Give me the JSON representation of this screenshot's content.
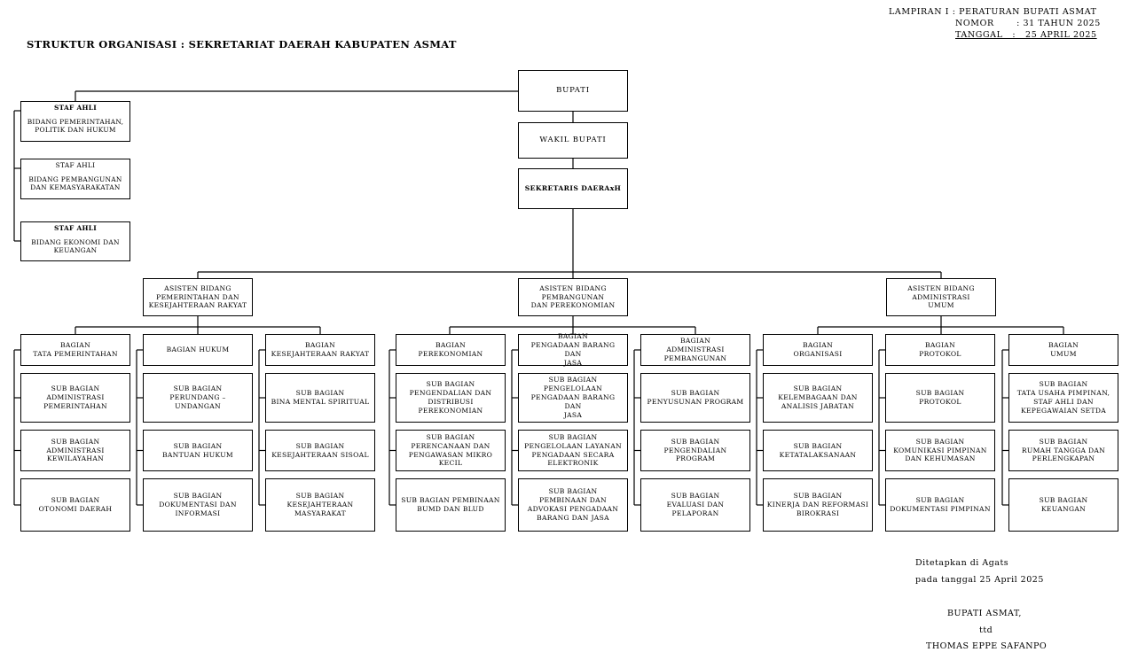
{
  "header": {
    "lampiran": "LAMPIRAN I : PERATURAN BUPATI ASMAT",
    "nomor": "NOMOR       : 31 TAHUN 2025",
    "tanggal": "TANGGAL   :   25 APRIL 2025"
  },
  "title": "STRUKTUR ORGANISASI : SEKRETARIAT DAERAH KABUPATEN ASMAT",
  "top": {
    "bupati": "BUPATI",
    "wakil": "WAKIL BUPATI",
    "sekda": "SEKRETARIS DAERAxH"
  },
  "staf_ahli": [
    {
      "heading": "STAF AHLI",
      "text": "BIDANG PEMERINTAHAN,\nPOLITIK DAN HUKUM"
    },
    {
      "heading": "STAF AHLI",
      "text": "BIDANG PEMBANGUNAN\nDAN KEMASYARAKATAN"
    },
    {
      "heading": "STAF AHLI",
      "text": "BIDANG EKONOMI DAN\nKEUANGAN"
    }
  ],
  "asisten": [
    {
      "label": "ASISTEN BIDANG\nPEMERINTAHAN DAN\nKESEJAHTERAAN RAKYAT"
    },
    {
      "label": "ASISTEN BIDANG\nPEMBANGUNAN\nDAN PEREKONOMIAN"
    },
    {
      "label": "ASISTEN BIDANG\nADMINISTRASI\nUMUM"
    }
  ],
  "bagian": [
    {
      "name": "BAGIAN\nTATA PEMERINTAHAN",
      "sub": [
        "SUB BAGIAN\nADMINISTRASI\nPEMERINTAHAN",
        "SUB BAGIAN\nADMINISTRASI\nKEWILAYAHAN",
        "SUB BAGIAN\nOTONOMI DAERAH"
      ]
    },
    {
      "name": "BAGIAN HUKUM",
      "sub": [
        "SUB  BAGIAN\nPERUNDANG   –  UNDANGAN",
        "SUB BAGIAN\nBANTUAN HUKUM",
        "SUB BAGIAN\nDOKUMENTASI DAN\nINFORMASI"
      ]
    },
    {
      "name": "BAGIAN\nKESEJAHTERAAN RAKYAT",
      "sub": [
        "SUB  BAGIAN\nBINA  MENTAL  SPIRITUAL",
        "SUB BAGIAN\nKESEJAHTERAAN SISOAL",
        "SUB BAGIAN\nKESEJAHTERAAN\nMASYARAKAT"
      ]
    },
    {
      "name": "BAGIAN\nPEREKONOMIAN",
      "sub": [
        "SUB BAGIAN\nPENGENDALIAN DAN\nDISTRIBUSI\nPEREKONOMIAN",
        "SUB BAGIAN\nPERENCANAAN DAN\nPENGAWASAN MIKRO\nKECIL",
        "SUB BAGIAN PEMBINAAN\nBUMD DAN BLUD"
      ]
    },
    {
      "name": "BAGIAN\nPENGADAAN BARANG DAN\nJASA",
      "sub": [
        "SUB BAGIAN\nPENGELOLAAN\nPENGADAAN BARANG DAN\nJASA",
        "SUB BAGIAN\nPENGELOLAAN LAYANAN\nPENGADAAN SECARA\nELEKTRONIK",
        "SUB BAGIAN\nPEMBINAAN DAN\nADVOKASI PENGADAAN\nBARANG DAN JASA"
      ]
    },
    {
      "name": "BAGIAN\nADMINISTRASI\nPEMBANGUNAN",
      "sub": [
        "SUB BAGIAN\nPENYUSUNAN PROGRAM",
        "SUB BAGIAN\nPENGENDALIAN PROGRAM",
        "SUB BAGIAN\nEVALUASI DAN PELAPORAN"
      ]
    },
    {
      "name": "BAGIAN\nORGANISASI",
      "sub": [
        "SUB BAGIAN\nKELEMBAGAAN DAN\nANALISIS JABATAN",
        "SUB BAGIAN\nKETATALAKSANAAN",
        "SUB BAGIAN\nKINERJA DAN REFORMASI\nBIROKRASI"
      ]
    },
    {
      "name": "BAGIAN\nPROTOKOL",
      "sub": [
        "SUB BAGIAN\nPROTOKOL",
        "SUB BAGIAN\nKOMUNIKASI PIMPINAN\nDAN KEHUMASAN",
        "SUB BAGIAN\nDOKUMENTASI PIMPINAN"
      ]
    },
    {
      "name": "BAGIAN\nUMUM",
      "sub": [
        "SUB BAGIAN\nTATA USAHA PIMPINAN,\nSTAF AHLI DAN\nKEPEGAWAIAN SETDA",
        "SUB BAGIAN\nRUMAH TANGGA DAN\nPERLENGKAPAN",
        "SUB BAGIAN\nKEUANGAN"
      ]
    }
  ],
  "signature": {
    "ditetapkan": "Ditetapkan di Agats",
    "tanggal": "pada tanggal 25 April 2025",
    "jabatan": "BUPATI ASMAT,",
    "ttd": "ttd",
    "nama": "THOMAS EPPE SAFANPO"
  }
}
